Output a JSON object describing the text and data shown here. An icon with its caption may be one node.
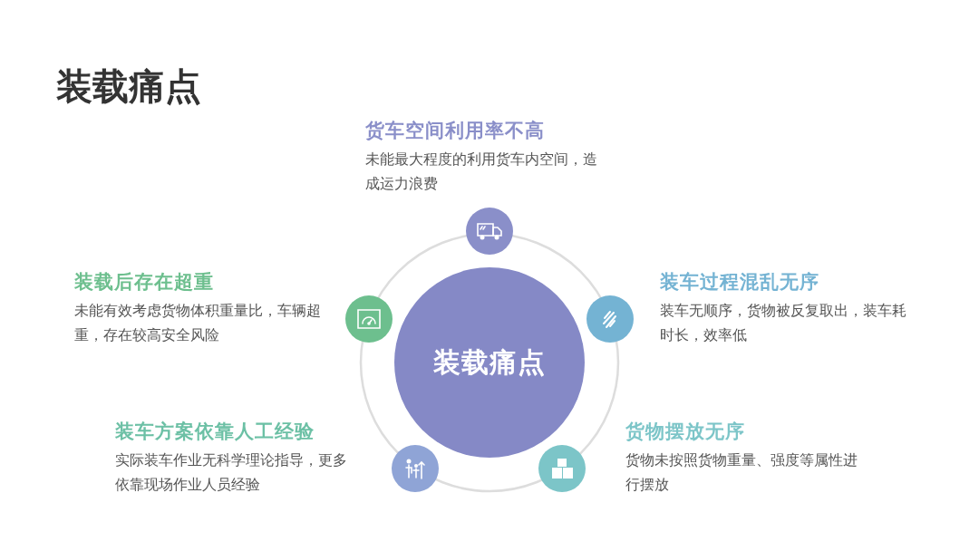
{
  "diagram": {
    "title": "装载痛点",
    "nodes": [
      {
        "text": [
          "装载痛点"
        ]
      },
      {
        "text": [],
        "shape": "circle",
        "beside": [
          "货车空间利用率不高",
          "未能最大程度的利用货车内空间，造成运力浪费"
        ]
      },
      {
        "text": [],
        "shape": "circle",
        "beside": [
          "装载后存在超重",
          "未能有效考虑货物体积重量比，车辆超重，存在较高安全风险"
        ]
      },
      {
        "text": [],
        "shape": "circle",
        "beside": [
          "装车过程混乱无序",
          "装车无顺序，货物被反复取出，装车耗时长，效率低"
        ]
      },
      {
        "text": [],
        "shape": "circle",
        "beside": [
          "装车方案依靠人工经验",
          "实际装车作业无科学理论指导，更多依靠现场作业人员经验"
        ]
      },
      {
        "text": [],
        "shape": "circle",
        "beside": [
          "货物摆放无序",
          "货物未按照货物重量、强度等属性进行摆放"
        ]
      }
    ]
  }
}
